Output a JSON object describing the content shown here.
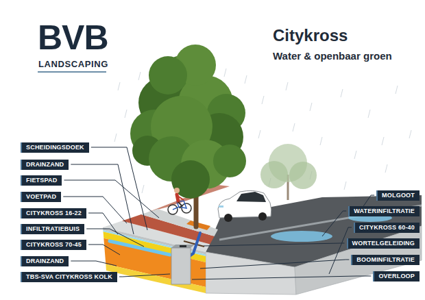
{
  "diagram": {
    "title": "Citykross",
    "nodes": [
      {
        "text": [
          "SCHEIDINGSDOEK"
        ]
      },
      {
        "text": [
          "DRAINZAND"
        ]
      },
      {
        "text": [
          "FIETSPAD"
        ]
      },
      {
        "text": [
          "VOETPAD"
        ]
      },
      {
        "text": [
          "CITYKROSS 16-22"
        ]
      },
      {
        "text": [
          "INFILTRATIEBUIS"
        ]
      },
      {
        "text": [
          "CITYKROSS 70-45"
        ]
      },
      {
        "text": [
          "DRAINZAND"
        ]
      },
      {
        "text": [
          "TBS-SVA CITYKROSS KOLK"
        ]
      },
      {
        "text": [
          "MOLGOOT"
        ]
      },
      {
        "text": [
          "WATERINFILTRATIE"
        ]
      },
      {
        "text": [
          "CITYKROSS 60-40"
        ]
      },
      {
        "text": [
          "WORTELGELEIDING"
        ]
      },
      {
        "text": [
          "BOOMINFILTRATIE"
        ]
      },
      {
        "text": [
          "OVERLOOP"
        ]
      }
    ],
    "labels": [
      "BVB",
      "LANDSCAPING",
      "Water & openbaar groen"
    ]
  }
}
